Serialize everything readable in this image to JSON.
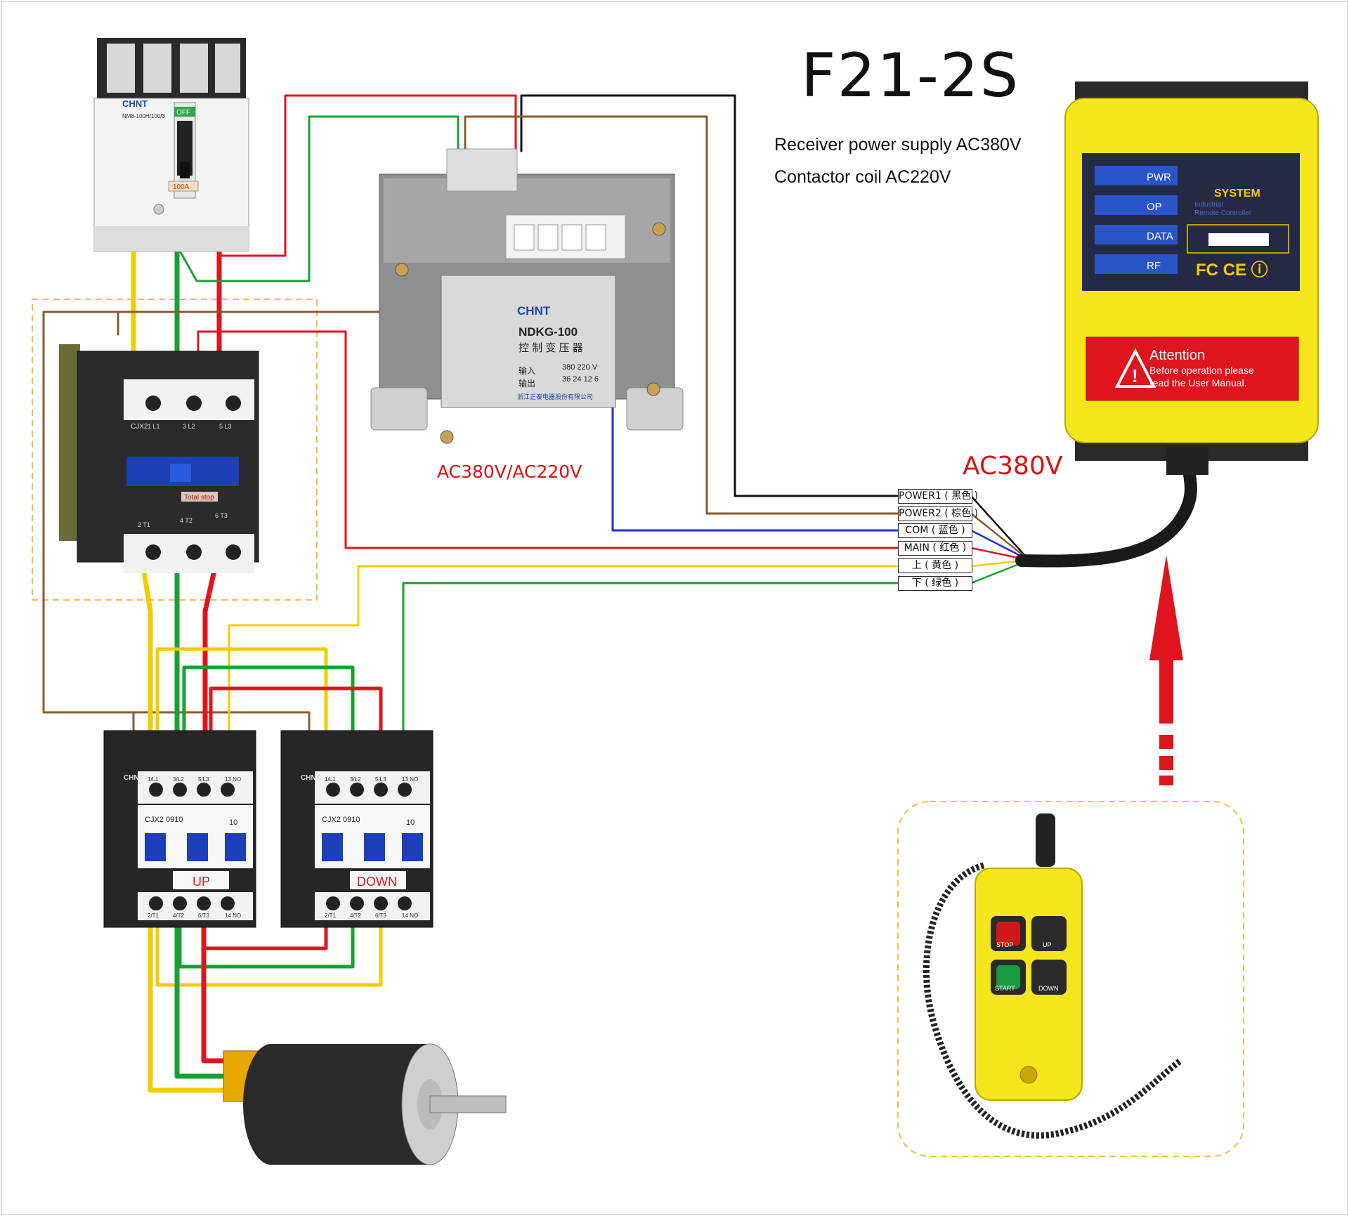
{
  "title": "F21-2S",
  "notes": [
    "Receiver power supply AC380V",
    "Contactor coil AC220V"
  ],
  "voltage_labels": {
    "transformer": "AC380V/AC220V",
    "receiver": "AC380V"
  },
  "breaker": {
    "brand": "CHNT",
    "model": "NM8-100H/100/3",
    "state": "OFF",
    "rating": "100A"
  },
  "transformer": {
    "brand": "CHNT",
    "model": "NDKG-100",
    "name_cn": "控 制 变 压 器",
    "input_label": "输入",
    "output_label": "输出",
    "input_values": "380 220 V",
    "output_values": "36  24  12  6",
    "maker": "浙江正泰电器股份有限公司"
  },
  "main_contactor": {
    "model": "CJX2",
    "label": "Total stop",
    "terminals_top": [
      "1 L1",
      "3 L2",
      "5 L3"
    ],
    "terminals_bottom": [
      "2 T1",
      "4 T2",
      "6 T3"
    ]
  },
  "up_contactor": {
    "brand": "CHNT",
    "model": "CJX2\n0910",
    "aux": "10",
    "label": "UP",
    "terminals_top": [
      "1/L1",
      "3/L2",
      "5/L3",
      "13 NO"
    ],
    "terminals_bottom": [
      "2/T1",
      "4/T2",
      "6/T3",
      "14 NO"
    ]
  },
  "down_contactor": {
    "brand": "CHNT",
    "model": "CJX2\n0910",
    "aux": "10",
    "label": "DOWN",
    "terminals_top": [
      "1/L1",
      "3/L2",
      "5/L3",
      "13 NO"
    ],
    "terminals_bottom": [
      "2/T1",
      "4/T2",
      "6/T3",
      "14 NO"
    ]
  },
  "receiver": {
    "leds": [
      "PWR",
      "OP",
      "DATA",
      "RF"
    ],
    "system_label": "SYSTEM",
    "system_sub": "Industrial\nRemote Controller",
    "attention_title": "Attention",
    "attention_text": "Before operation  please\nread the User Manual."
  },
  "terminals": [
    {
      "label": "POWER1 ( 黑色 )",
      "color": "#111111"
    },
    {
      "label": "POWER2 ( 棕色 )",
      "color": "#8a5a2b"
    },
    {
      "label": "COM ( 蓝色 )",
      "color": "#1a2fd6"
    },
    {
      "label": "MAIN ( 红色 )",
      "color": "#e0141c"
    },
    {
      "label": "上 ( 黄色 )",
      "color": "#f2cc00"
    },
    {
      "label": "下 ( 绿色 )",
      "color": "#18a030"
    }
  ],
  "remote": {
    "buttons": [
      "STOP",
      "UP",
      "START",
      "DOWN"
    ]
  },
  "colors": {
    "red": "#e0141c",
    "green": "#18a030",
    "yellow": "#f2cc00",
    "brown": "#8a5a2b",
    "blue": "#1a2fd6",
    "black": "#111111",
    "receiver_yellow": "#f5e51b",
    "dash_box": "#f0c040"
  }
}
